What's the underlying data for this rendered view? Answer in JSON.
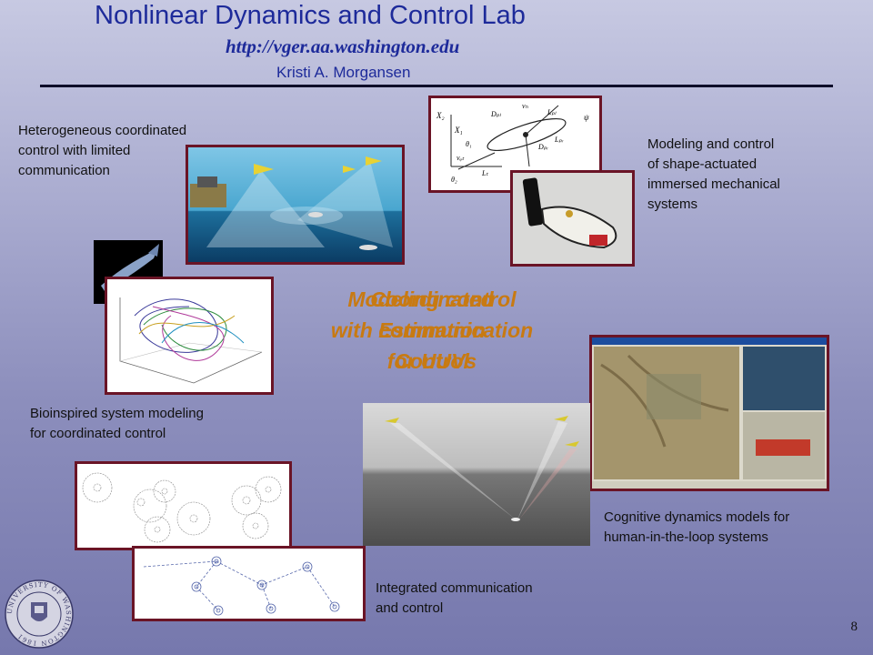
{
  "header": {
    "title": "Nonlinear Dynamics and Control Lab",
    "url": "http://vger.aa.washington.edu",
    "author": "Kristi A. Morgansen"
  },
  "labels": {
    "heterogeneous": [
      "Heterogeneous coordinated",
      "control with limited",
      "communication"
    ],
    "modeling": [
      "Modeling and control",
      "of shape-actuated",
      "immersed mechanical",
      "systems"
    ],
    "bioinspired": [
      "Bioinspired system modeling",
      "for coordinated control"
    ],
    "cognitive": [
      "Cognitive dynamics models for",
      "human-in-the-loop systems"
    ],
    "integrated": [
      "Integrated communication",
      "and control"
    ]
  },
  "overlays": {
    "a": [
      "Coordinated",
      "with communication",
      "for UUVs"
    ],
    "b": [
      "Modeling control",
      "Estimation",
      "Control"
    ]
  },
  "diagram_labels": {
    "x2": "X₂",
    "x1": "X₁",
    "theta1": "θ₁",
    "theta2": "θ₂",
    "dpl_top": "Dₚₗ",
    "vb": "vₕ",
    "lpl": "Lₚₗ",
    "psi": "ψ",
    "dpr": "Dₚᵣ",
    "lpr": "Lₚᵣ",
    "db": "Dₕ",
    "vqt": "vᵩₜ",
    "lt": "Lₜ"
  },
  "seal_text": "UNIVERSITY OF WASHINGTON 1861",
  "page_number": "8",
  "colors": {
    "title": "#1d2a9a",
    "frame": "#6a1426",
    "overlay": "#c87a12"
  }
}
